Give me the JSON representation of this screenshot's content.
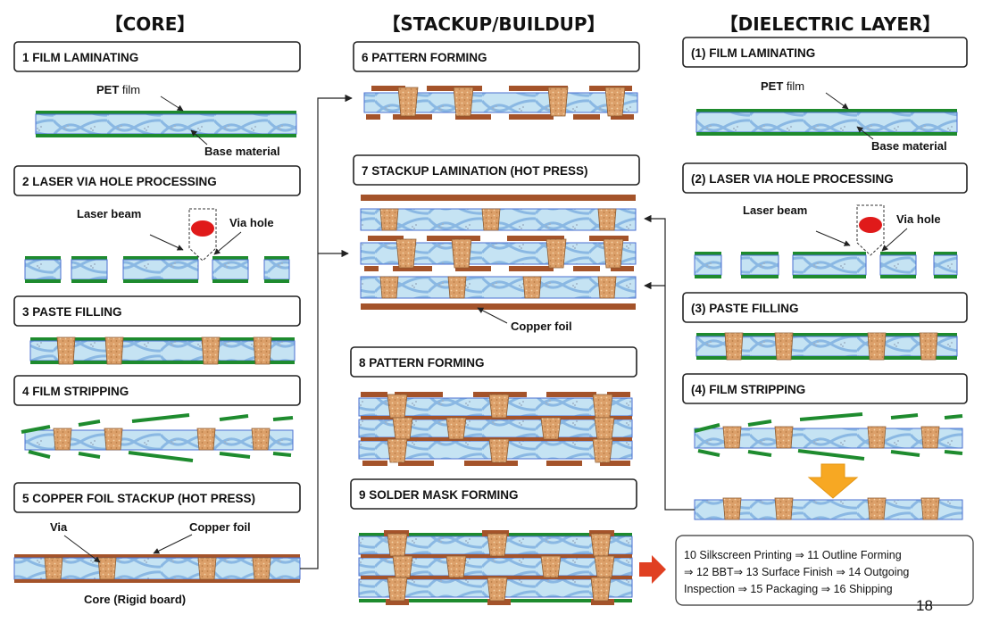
{
  "headers": {
    "core": "【CORE】",
    "stackup": "【STACKUP/BUILDUP】",
    "dielectric": "【DIELECTRIC LAYER】"
  },
  "steps": {
    "s1": "1 FILM LAMINATING",
    "s2": "2 LASER VIA HOLE PROCESSING",
    "s3": "3 PASTE FILLING",
    "s4": "4 FILM STRIPPING",
    "s5": "5 COPPER FOIL STACKUP (HOT PRESS)",
    "s6": "6 PATTERN FORMING",
    "s7": "7 STACKUP LAMINATION (HOT PRESS)",
    "s8": "8 PATTERN FORMING",
    "s9": "9 SOLDER MASK FORMING",
    "d1": "(1) FILM LAMINATING",
    "d2": "(2) LASER VIA HOLE PROCESSING",
    "d3": "(3) PASTE FILLING",
    "d4": "(4) FILM STRIPPING"
  },
  "labels": {
    "pet_bold": "PET",
    "pet_rest": " film",
    "base_material": "Base material",
    "laser_beam": "Laser beam",
    "via_hole": "Via hole",
    "via": "Via",
    "copper_foil": "Copper foil",
    "core_bold": "Core",
    "core_rest": " (Rigid board)"
  },
  "final_steps": {
    "line1": "10 Silkscreen Printing ⇒ 11 Outline Forming",
    "line2": "⇒ 12 BBT⇒ 13 Surface Finish ⇒ 14 Outgoing",
    "line3": "Inspection ⇒ 15 Packaging ⇒ 16 Shipping"
  },
  "page_number": "18",
  "colors": {
    "board": "#c5e3f3",
    "board_edge": "#4a6fd0",
    "weave": "#8ab8e3",
    "film": "#1e8b2e",
    "copper": "#a4532a",
    "paste": "#dca06a",
    "laser_spot": "#e01a1a",
    "big_arrow": "#f7a823",
    "red_arrow": "#e04022"
  }
}
